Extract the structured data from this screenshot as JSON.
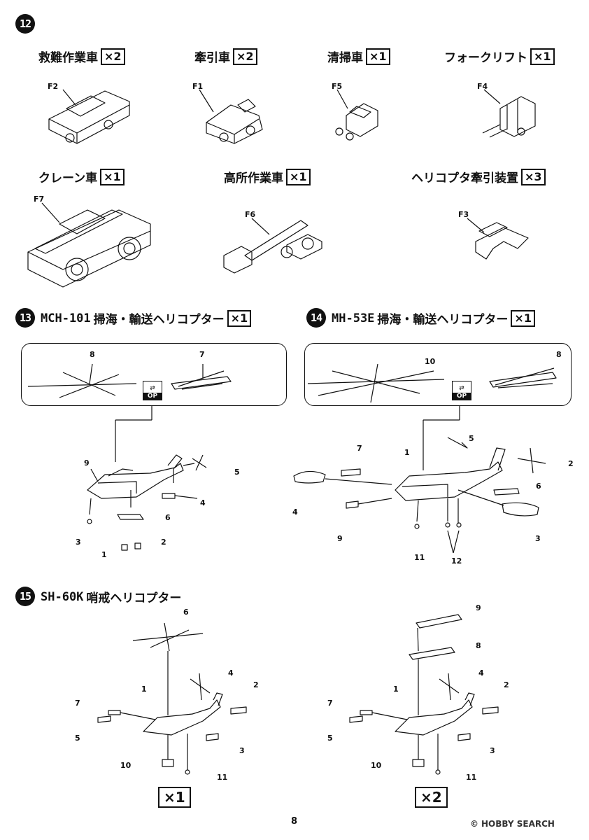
{
  "step12": {
    "number": "12",
    "vehicles": [
      {
        "name": "救難作業車",
        "qty": "×2",
        "part": "F2"
      },
      {
        "name": "牽引車",
        "qty": "×2",
        "part": "F1"
      },
      {
        "name": "清掃車",
        "qty": "×1",
        "part": "F5"
      },
      {
        "name": "フォークリフト",
        "qty": "×1",
        "part": "F4"
      },
      {
        "name": "クレーン車",
        "qty": "×1",
        "part": "F7"
      },
      {
        "name": "高所作業車",
        "qty": "×1",
        "part": "F6"
      },
      {
        "name": "ヘリコプタ牽引装置",
        "qty": "×3",
        "part": "F3"
      }
    ]
  },
  "step13": {
    "number": "13",
    "model": "MCH-101",
    "title": "掃海・輸送ヘリコプター",
    "qty": "×1",
    "option_parts": [
      "8",
      "7"
    ],
    "parts": [
      "9",
      "5",
      "4",
      "6",
      "3",
      "1",
      "2"
    ]
  },
  "step14": {
    "number": "14",
    "model": "MH-53E",
    "title": "掃海・輸送ヘリコプター",
    "qty": "×1",
    "option_parts": [
      "10",
      "8"
    ],
    "parts": [
      "5",
      "7",
      "1",
      "2",
      "6",
      "4",
      "9",
      "3",
      "11",
      "12"
    ]
  },
  "step15": {
    "number": "15",
    "model": "SH-60K",
    "title": "哨戒ヘリコプター",
    "variant_a": {
      "qty": "×1",
      "parts": [
        "6",
        "4",
        "2",
        "7",
        "1",
        "5",
        "3",
        "10",
        "11"
      ]
    },
    "variant_b": {
      "qty": "×2",
      "parts": [
        "9",
        "8",
        "4",
        "2",
        "7",
        "1",
        "5",
        "3",
        "10",
        "11"
      ]
    }
  },
  "option_icon": {
    "label": "OP",
    "symbol": "⇄"
  },
  "page_number": "8",
  "watermark": {
    "text": "HOBBY SEARCH",
    "symbol": "©"
  }
}
